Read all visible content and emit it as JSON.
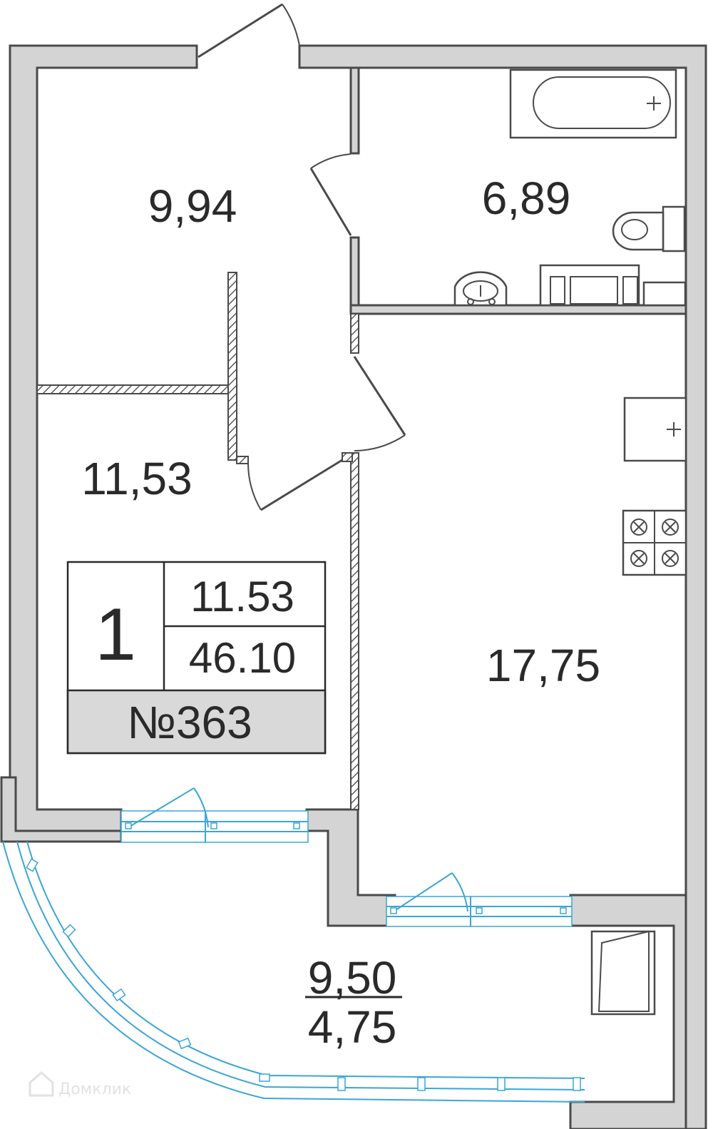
{
  "rooms": [
    {
      "id": "hall",
      "area": "9,94"
    },
    {
      "id": "bathroom",
      "area": "6,89"
    },
    {
      "id": "bedroom",
      "area": "11,53"
    },
    {
      "id": "kitchen-living",
      "area": "17,75"
    }
  ],
  "loggia": {
    "area": "9,50",
    "reduced_area": "4,75"
  },
  "info_box": {
    "rooms_count": "1",
    "living_area": "11.53",
    "total_area": "46.10",
    "apartment_number": "№363"
  },
  "colors": {
    "wall_fill": "#d4d4d4",
    "wall_stroke": "#4a4a4a",
    "glazing": "#3aa6d6",
    "info_badge": "#d9d9d9"
  },
  "watermark": {
    "text": "Домклик"
  }
}
